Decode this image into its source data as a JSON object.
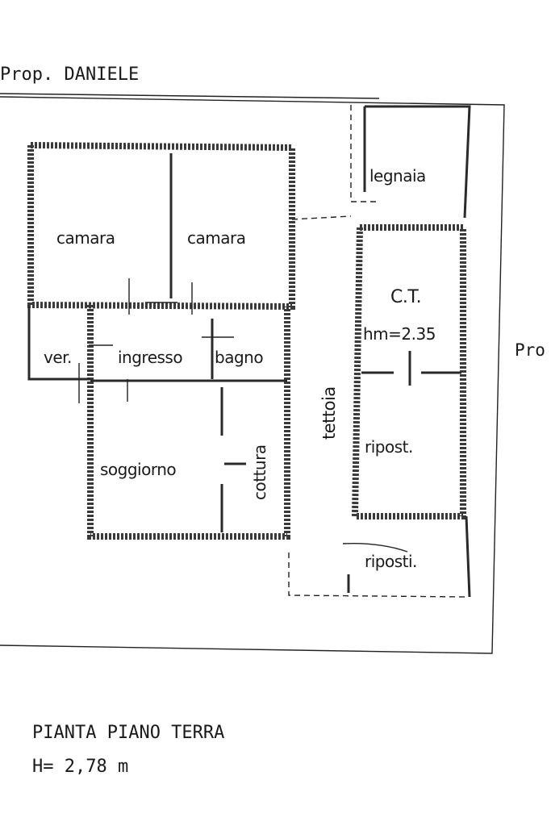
{
  "header": {
    "owner_label": "Prop. DANIELE",
    "owner_right_label": "Pro"
  },
  "rooms": {
    "camera_1": "camara",
    "camera_2": "camara",
    "veranda": "ver.",
    "ingresso": "ingresso",
    "bagno": "bagno",
    "soggiorno": "soggiorno",
    "cottura": "cottura",
    "tettoia": "tettoia",
    "legnaia": "legnaia",
    "ct": "C.T.",
    "ct_height": "hm=2.35",
    "ripost_1": "ripost.",
    "ripost_2": "riposti."
  },
  "footer": {
    "title": "PIANTA PIANO TERRA",
    "height": "H= 2,78 m"
  }
}
